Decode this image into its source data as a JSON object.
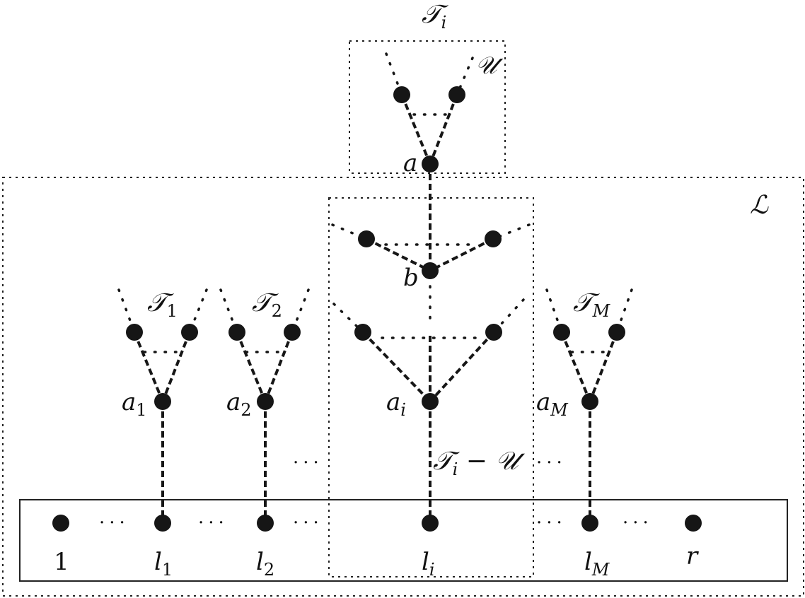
{
  "labels": {
    "T_i": "𝒯",
    "T_i_sub": "i",
    "U": "𝒰",
    "a": "a",
    "L": "ℒ",
    "b": "b",
    "T1": "𝒯",
    "T1_sub": "1",
    "T2": "𝒯",
    "T2_sub": "2",
    "TM": "𝒯",
    "TM_sub": "M",
    "a1": "a",
    "a1_sub": "1",
    "a2": "a",
    "a2_sub": "2",
    "ai": "a",
    "ai_sub": "i",
    "aM": "a",
    "aM_sub": "M",
    "TiminusU_T": "𝒯",
    "TiminusU_sub": "i",
    "TiminusU_rest": " − 𝒰",
    "bottom_1": "1",
    "l1": "l",
    "l1_sub": "1",
    "l2": "l",
    "l2_sub": "2",
    "li": "l",
    "li_sub": "i",
    "lM": "l",
    "lM_sub": "M",
    "r": "r",
    "ellipsis": "···"
  }
}
